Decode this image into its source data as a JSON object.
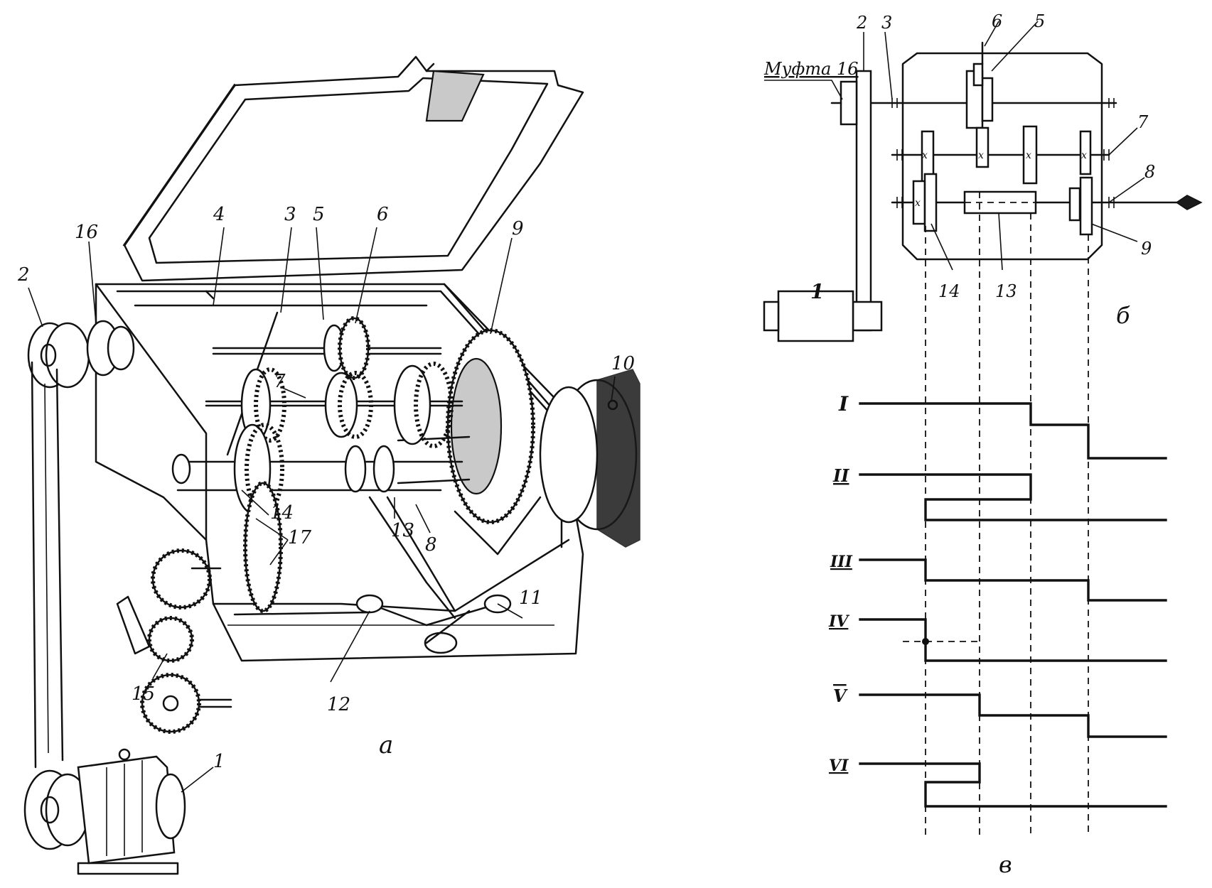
{
  "figure": {
    "a": {
      "caption": "а",
      "callouts": [
        "1",
        "2",
        "3",
        "4",
        "5",
        "6",
        "7",
        "8",
        "9",
        "10",
        "11",
        "12",
        "13",
        "14",
        "15",
        "16",
        "17"
      ]
    },
    "b": {
      "caption": "б",
      "clutch_label": "Муфта 16",
      "callouts": [
        "1",
        "2",
        "3",
        "5",
        "6",
        "7",
        "8",
        "9",
        "13",
        "14"
      ]
    },
    "v": {
      "caption": "в",
      "rows": [
        "I",
        "II",
        "III",
        "IV",
        "V",
        "VI"
      ]
    }
  }
}
